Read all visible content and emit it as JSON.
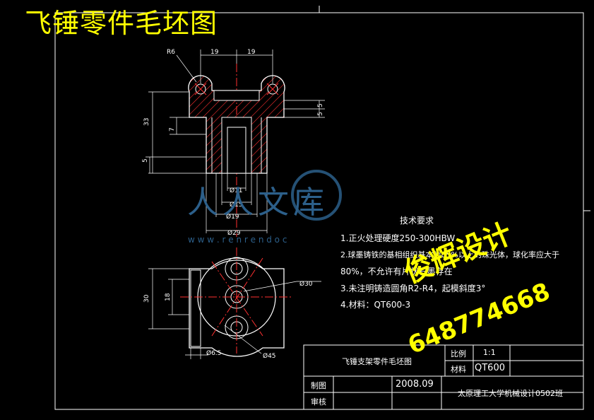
{
  "title": "飞锤零件毛坯图",
  "dimensions": {
    "r6": "R6",
    "w19a": "19",
    "w19b": "19",
    "h33": "33",
    "h7": "7",
    "h5": "5",
    "h5r": "5",
    "h5r2": "5",
    "d11": "Ø11",
    "d15": "Ø15",
    "d19": "Ø19",
    "d29": "Ø29",
    "d30": "Ø30",
    "w30": "30",
    "w18": "18",
    "d65": "Ø6.5",
    "d45": "Ø45"
  },
  "tech_requirements": {
    "heading": "技术要求",
    "items": [
      "1.正火处理硬度250-300HBW",
      "2.球墨铸铁的基相组织基本为85%以上的珠光体，球化率应大于",
      "80%，不允许有片状石墨存在",
      "3.未注明铸造圆角R2-R4，起模斜度3°",
      "4.材料：QT600-3"
    ]
  },
  "title_block": {
    "part_name": "飞锤支架零件毛坯图",
    "scale_label": "比例",
    "scale_value": "1:1",
    "material_label": "材料",
    "material_value": "QT600",
    "drawn_label": "制图",
    "date": "2008.09",
    "checked_label": "审核",
    "school": "太原理工大学机械设计0502班"
  },
  "watermarks": {
    "designer": "俊辉设计",
    "phone": "648774668",
    "site_logo": "人人文库",
    "site_url": "w w w . r e n r e n d o c"
  },
  "colors": {
    "background": "#000000",
    "lines": "#ffffff",
    "hatch": "#ff3030",
    "center": "#ff3030",
    "title": "#ffff00"
  }
}
